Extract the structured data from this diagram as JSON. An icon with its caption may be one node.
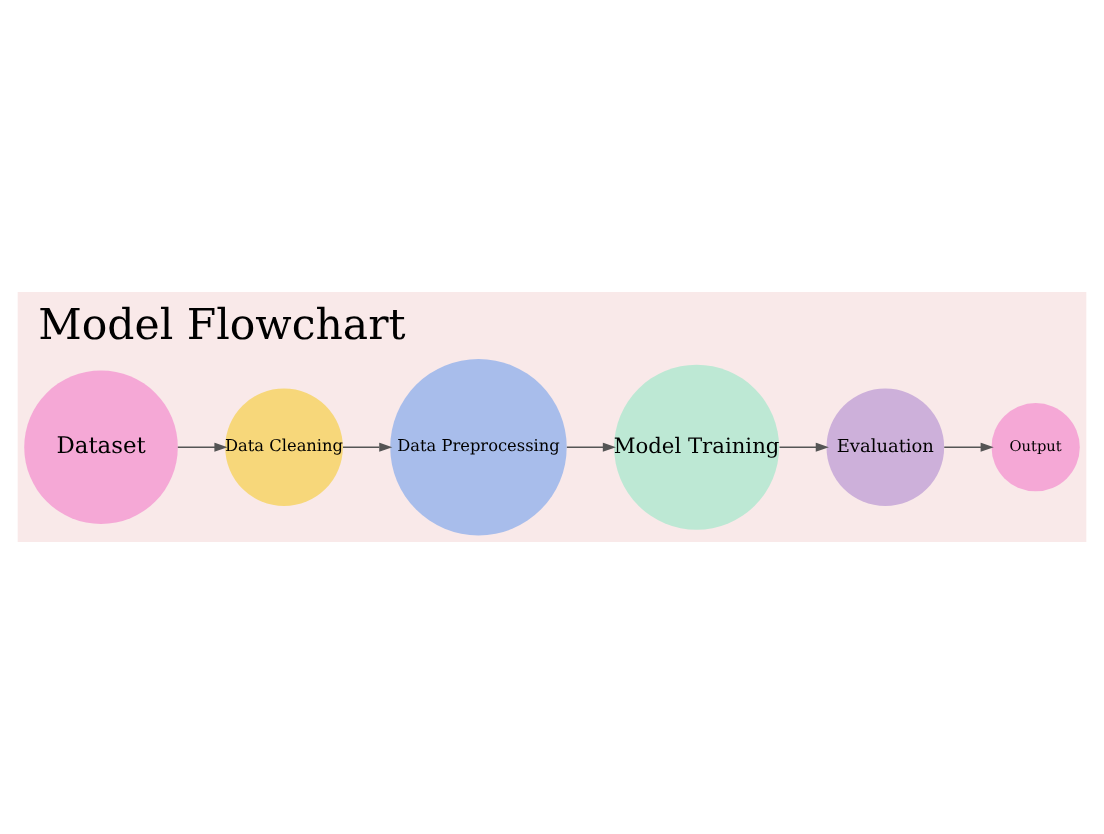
{
  "diagram": {
    "title": "Model Flowchart",
    "nodes": [
      {
        "text": [
          "Dataset"
        ]
      },
      {
        "text": [
          "Data Cleaning"
        ]
      },
      {
        "text": [
          "Data Preprocessing"
        ]
      },
      {
        "text": [
          "Model Training"
        ]
      },
      {
        "text": [
          "Evaluation"
        ]
      },
      {
        "text": [
          "Output"
        ]
      }
    ],
    "edges": [
      {
        "from": 0,
        "to": 1,
        "arrow": "to"
      },
      {
        "from": 1,
        "to": 2,
        "arrow": "to"
      },
      {
        "from": 2,
        "to": 3,
        "arrow": "to"
      },
      {
        "from": 3,
        "to": 4,
        "arrow": "to"
      },
      {
        "from": 4,
        "to": 5,
        "arrow": "to"
      }
    ]
  }
}
